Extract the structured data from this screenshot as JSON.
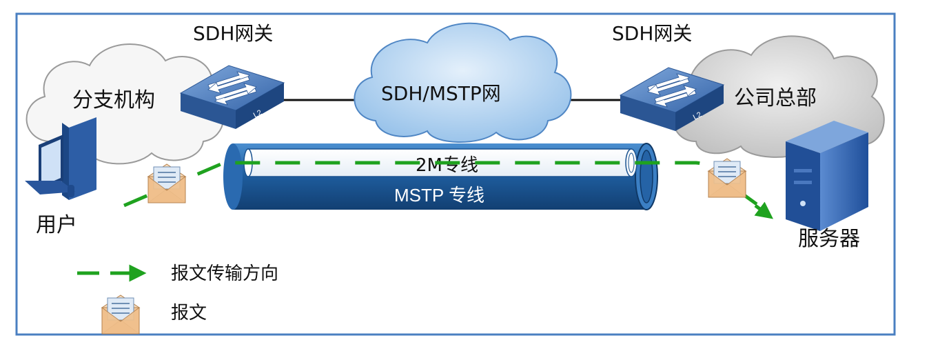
{
  "nodes": {
    "branch_label": "分支机构",
    "hq_label": "公司总部",
    "gateway_left_label": "SDH网关",
    "gateway_right_label": "SDH网关",
    "network_label": "SDH/MSTP网",
    "user_label": "用户",
    "server_label": "服务器",
    "switch_badge": "L2"
  },
  "pipe": {
    "inner_label": "2M专线",
    "outer_label": "MSTP 专线"
  },
  "legend": {
    "direction_label": "报文传输方向",
    "message_label": "报文"
  },
  "colors": {
    "frame": "#4a7fc1",
    "flow": "#1fa21f",
    "pipe": "#1f5f9e",
    "network_cloud": "#bcd8f4",
    "branch_cloud": "#f4f4f4",
    "hq_cloud": "#d3d3d3",
    "switch": "#3f72b8",
    "server": "#2e62b2"
  },
  "icons": [
    "cloud-icon",
    "switch-icon",
    "computer-icon",
    "server-icon",
    "envelope-icon",
    "arrow-icon"
  ]
}
